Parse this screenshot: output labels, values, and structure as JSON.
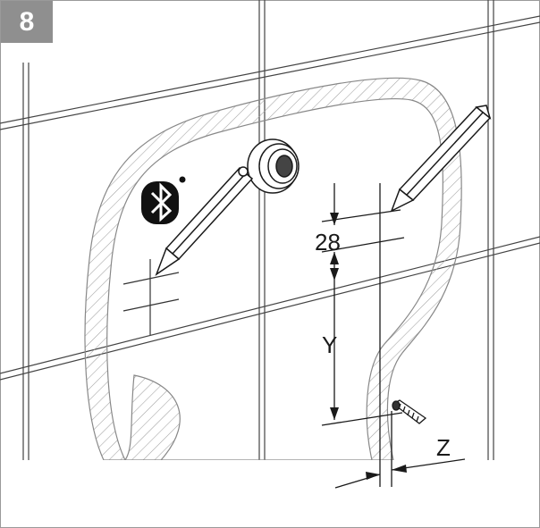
{
  "step": {
    "number": "8"
  },
  "dimensions": {
    "offset_label": "28",
    "height_label": "Y",
    "depth_label": "Z"
  },
  "icons": {
    "bluetooth": "bluetooth-icon",
    "registered_mark": "registered-mark-icon"
  },
  "colors": {
    "badge_background": "#8f8f8f",
    "line": "#1a1a1a",
    "tile_grid": "#444444",
    "hatch": "#9a9a9a"
  }
}
